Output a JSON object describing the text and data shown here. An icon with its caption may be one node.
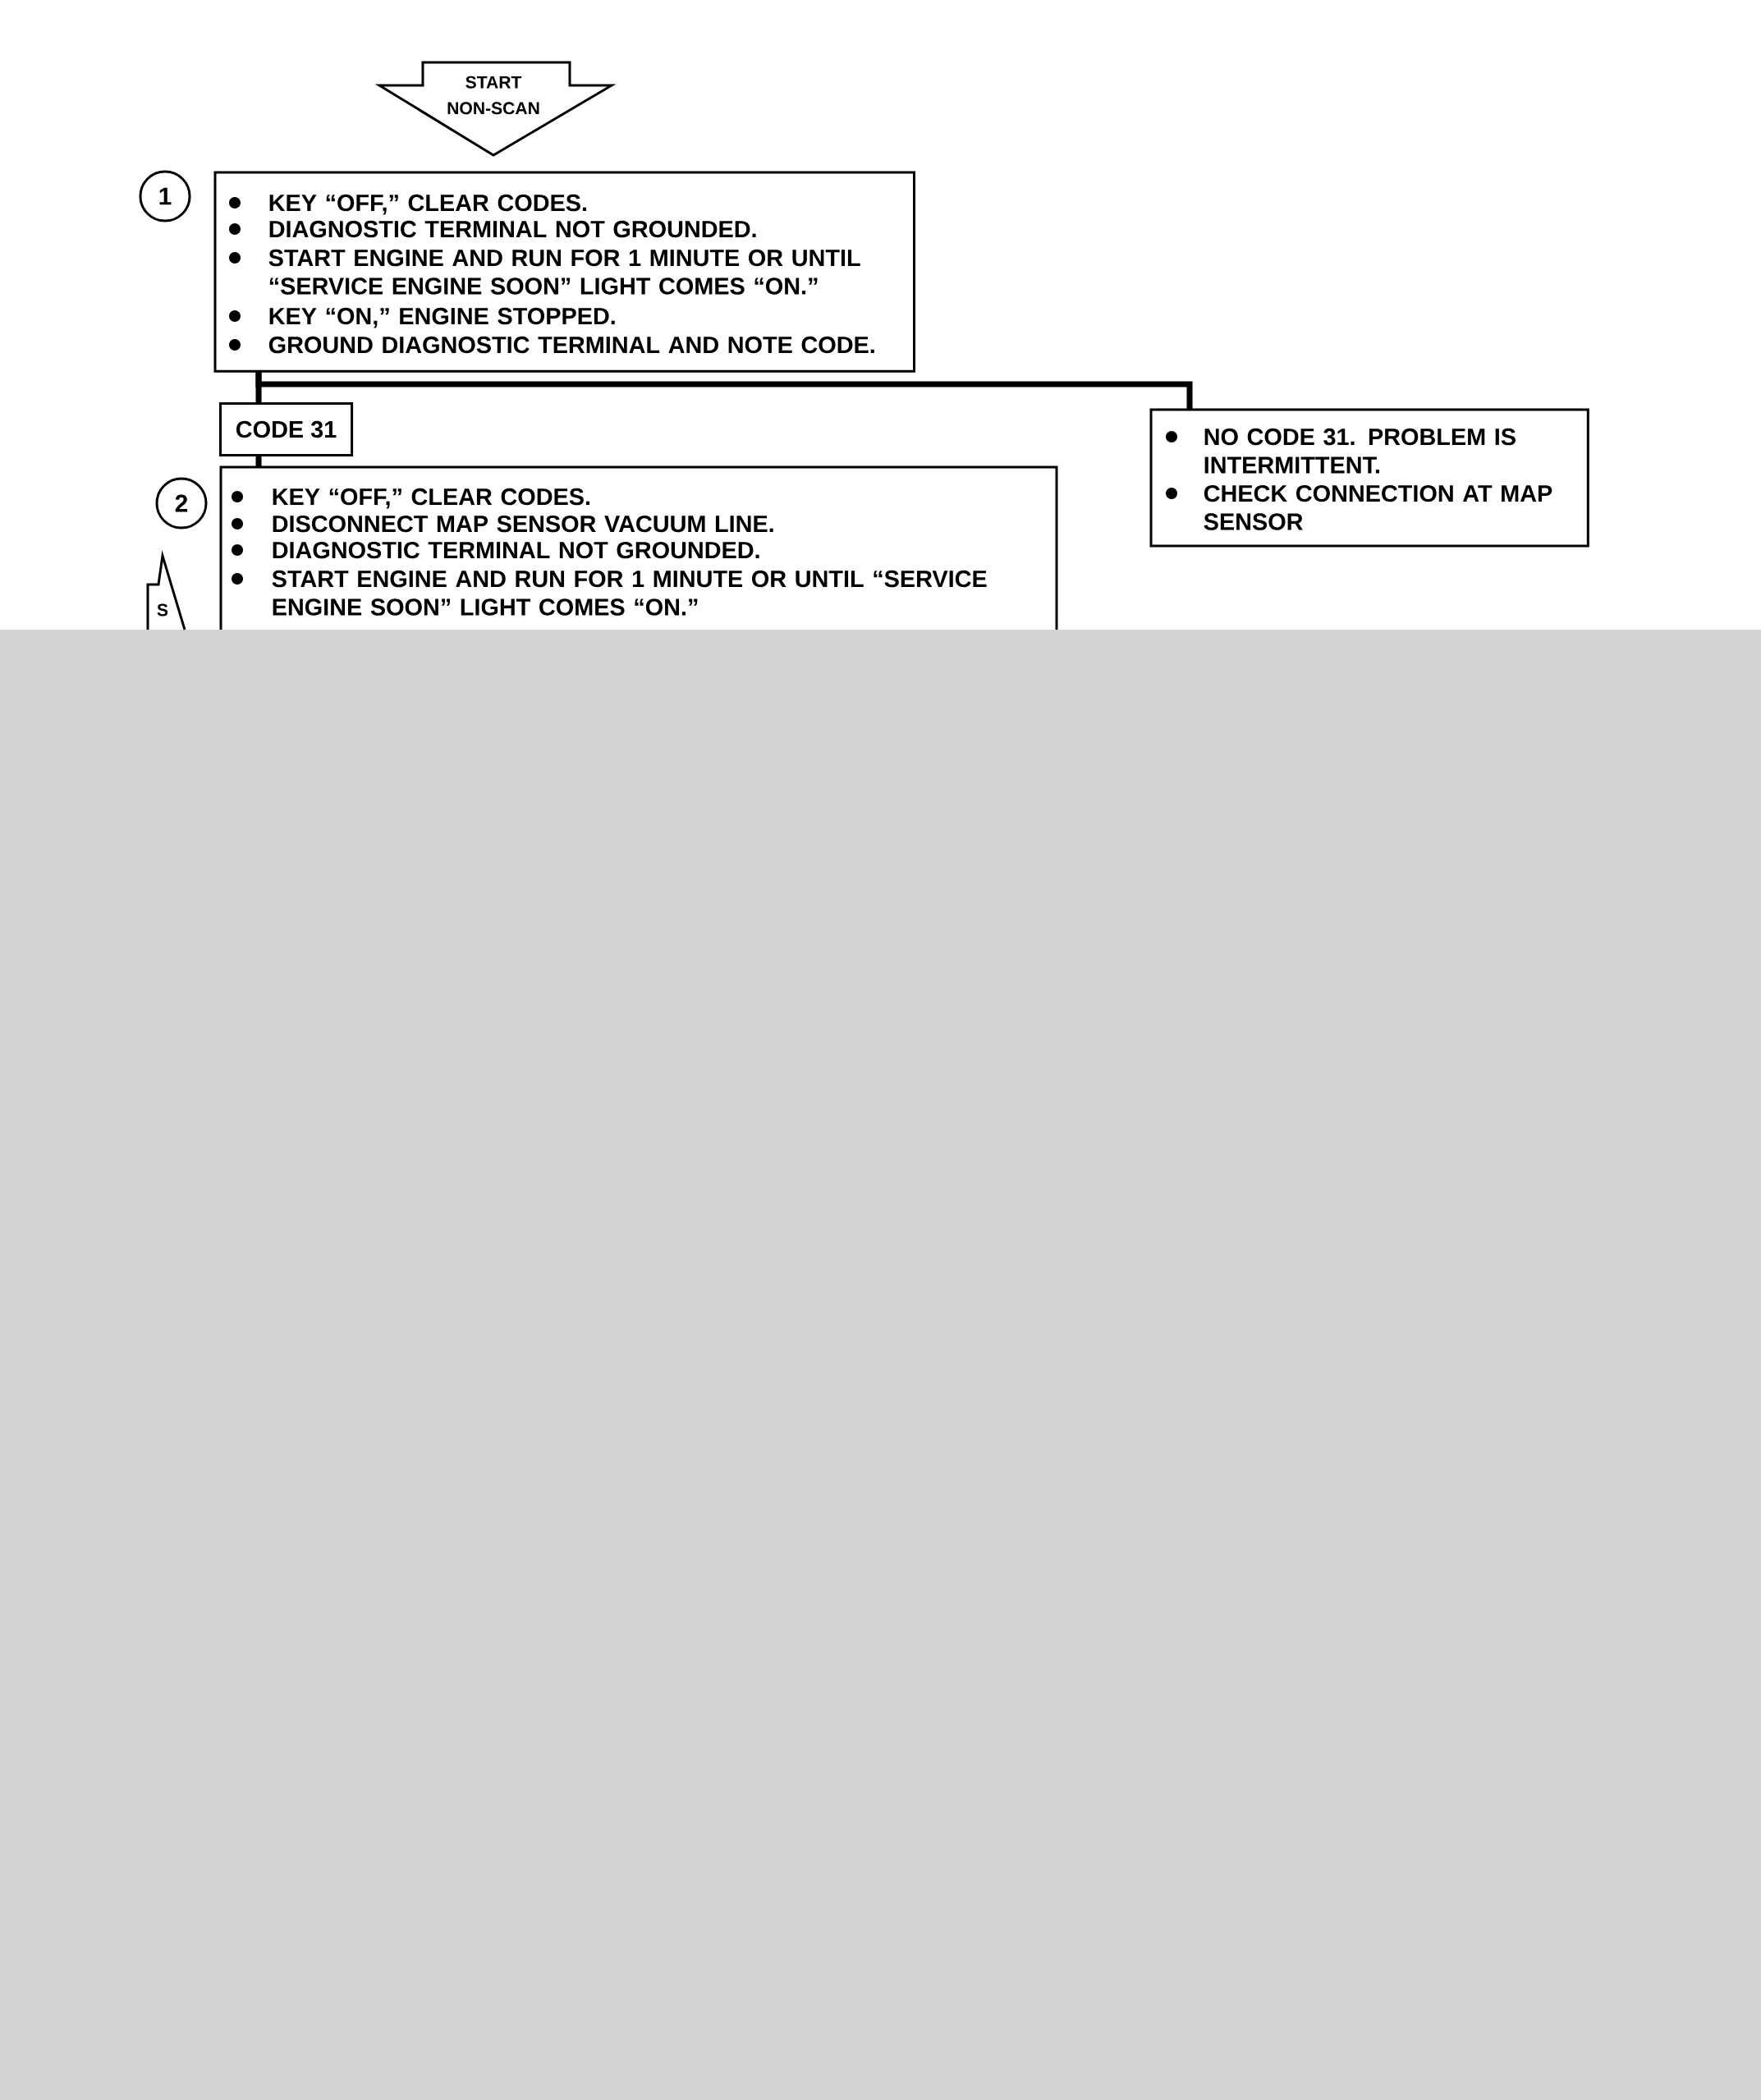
{
  "diagram": {
    "nodes": [
      {
        "text": [
          "START NON-SCAN"
        ]
      },
      {
        "text": [
          "1"
        ]
      },
      {
        "text": [
          "KEY “OFF,” CLEAR CODES.",
          "DIAGNOSTIC TERMINAL NOT GROUNDED.",
          "START ENGINE AND RUN FOR 1 MINUTE OR UNTIL “SERVICE ENGINE SOON” LIGHT COMES “ON.”",
          "KEY “ON,” ENGINE STOPPED.",
          "GROUND DIAGNOSTIC TERMINAL AND NOTE CODE."
        ]
      },
      {
        "text": [
          "CODE 31"
        ]
      },
      {
        "text": [
          "NO CODE 31. PROBLEM IS INTERMITTENT.",
          "CHECK CONNECTION AT MAP SENSOR"
        ]
      },
      {
        "text": [
          "2"
        ]
      },
      {
        "text": [
          "KEY “OFF,” CLEAR CODES.",
          "DISCONNECT MAP SENSOR VACUUM LINE.",
          "DIAGNOSTIC TERMINAL NOT GROUNDED.",
          "START ENGINE AND RUN FOR 1 MINUTE OR UNTIL “SERVICE ENGINE SOON” LIGHT COMES “ON.”"
        ]
      },
      {
        "text": [
          "S"
        ]
      }
    ],
    "edges": [
      {
        "from": 2,
        "to": 3,
        "arrow": "none"
      },
      {
        "from": 2,
        "to": 4,
        "arrow": "none"
      },
      {
        "from": 3,
        "to": 6,
        "arrow": "none"
      }
    ]
  }
}
